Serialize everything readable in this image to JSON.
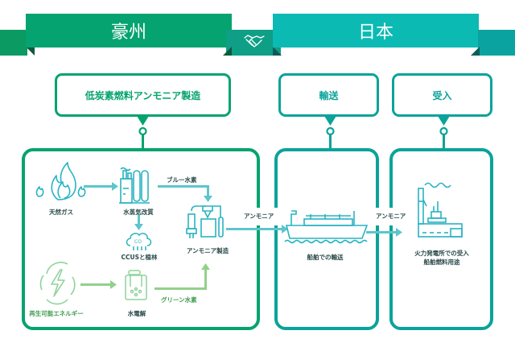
{
  "colors": {
    "green": "#05a36f",
    "green_dark": "#048a5c",
    "teal": "#0bbab3",
    "teal_dark": "#089e99",
    "teal_box": "#0aa39a",
    "icon_teal": "#2ab3c2",
    "icon_green": "#8fd39a",
    "arrow_teal": "#5cc6cc",
    "arrow_green": "#93d08b"
  },
  "header": {
    "left_region": "豪州",
    "right_region": "日本",
    "partnership_icon": "handshake-icon"
  },
  "stages": [
    {
      "label": "低炭素燃料アンモニア製造"
    },
    {
      "label": "輸送"
    },
    {
      "label": "受入"
    }
  ],
  "production": {
    "natural_gas": "天然ガス",
    "steam_reforming": "水蒸気改質",
    "blue_hydrogen": "ブルー水素",
    "ccus": "CCUSと植林",
    "ammonia_production": "アンモニア製造",
    "renewable_energy": "再生可能エネルギー",
    "electrolysis": "水電解",
    "green_hydrogen": "グリーン水素"
  },
  "transport": {
    "ammonia_in": "アンモニア",
    "ship_label": "船舶での輸送",
    "ammonia_out": "アンモニア"
  },
  "receiving": {
    "line1": "火力発電所での受入",
    "line2": "船舶燃料用途"
  }
}
